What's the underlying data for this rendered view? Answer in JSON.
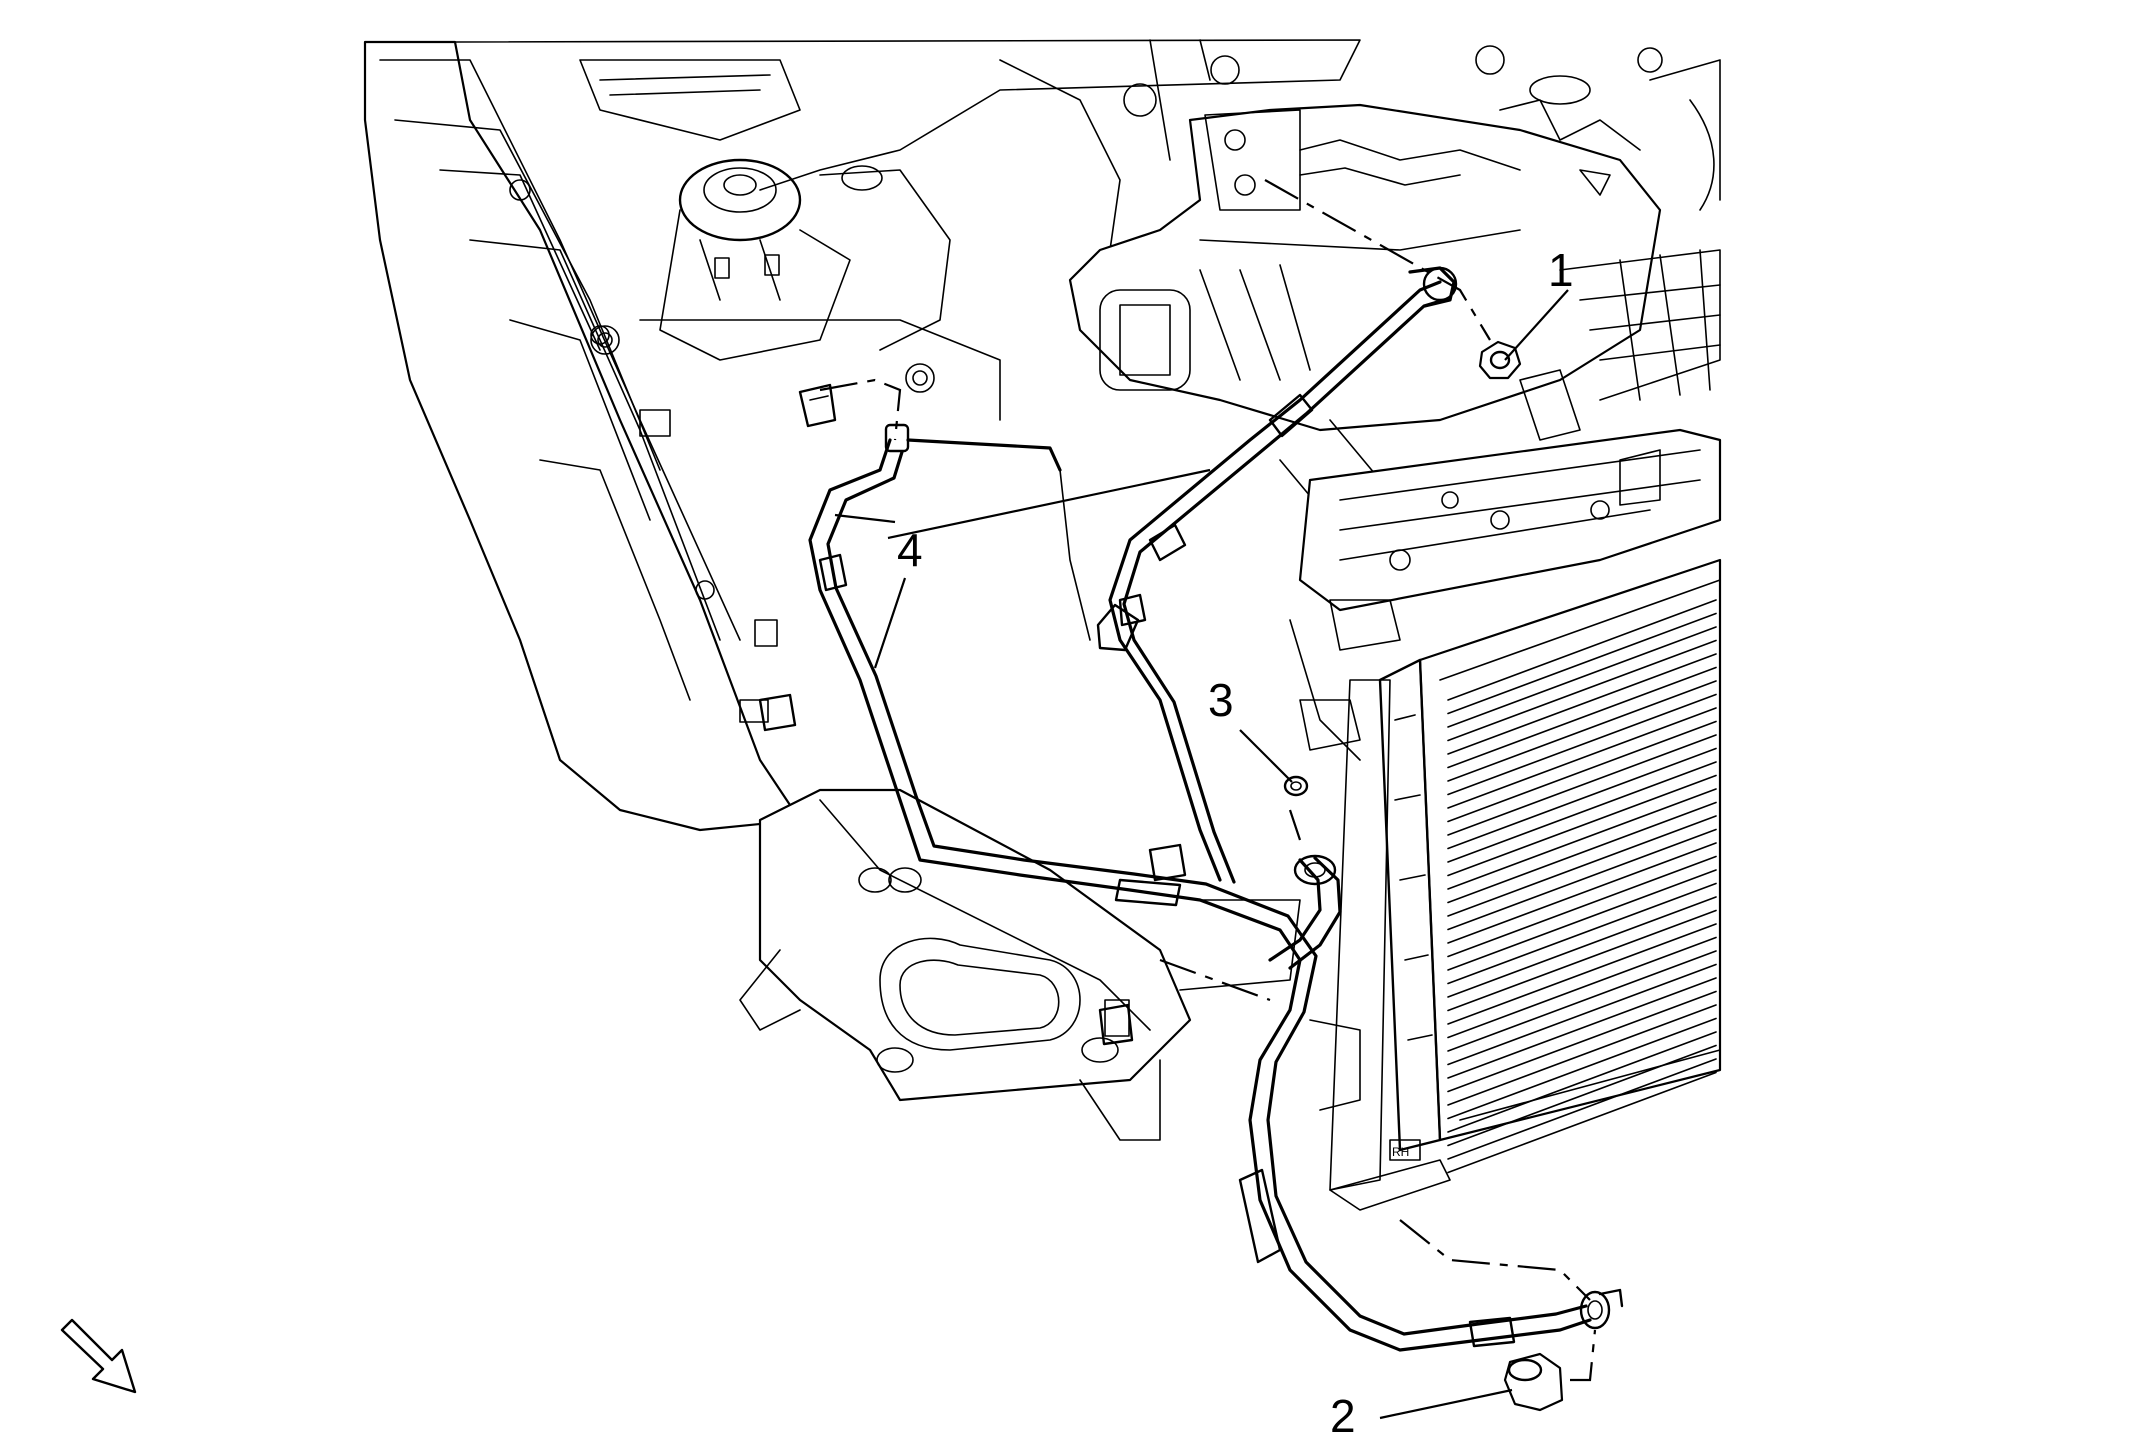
{
  "diagram": {
    "callouts": [
      {
        "id": "callout-1",
        "label": "1"
      },
      {
        "id": "callout-2",
        "label": "2"
      },
      {
        "id": "callout-3",
        "label": "3"
      },
      {
        "id": "callout-4",
        "label": "4"
      }
    ],
    "icons": [
      "view-direction-arrow-icon"
    ],
    "colors": {
      "line": "#000000",
      "background": "#ffffff"
    }
  }
}
